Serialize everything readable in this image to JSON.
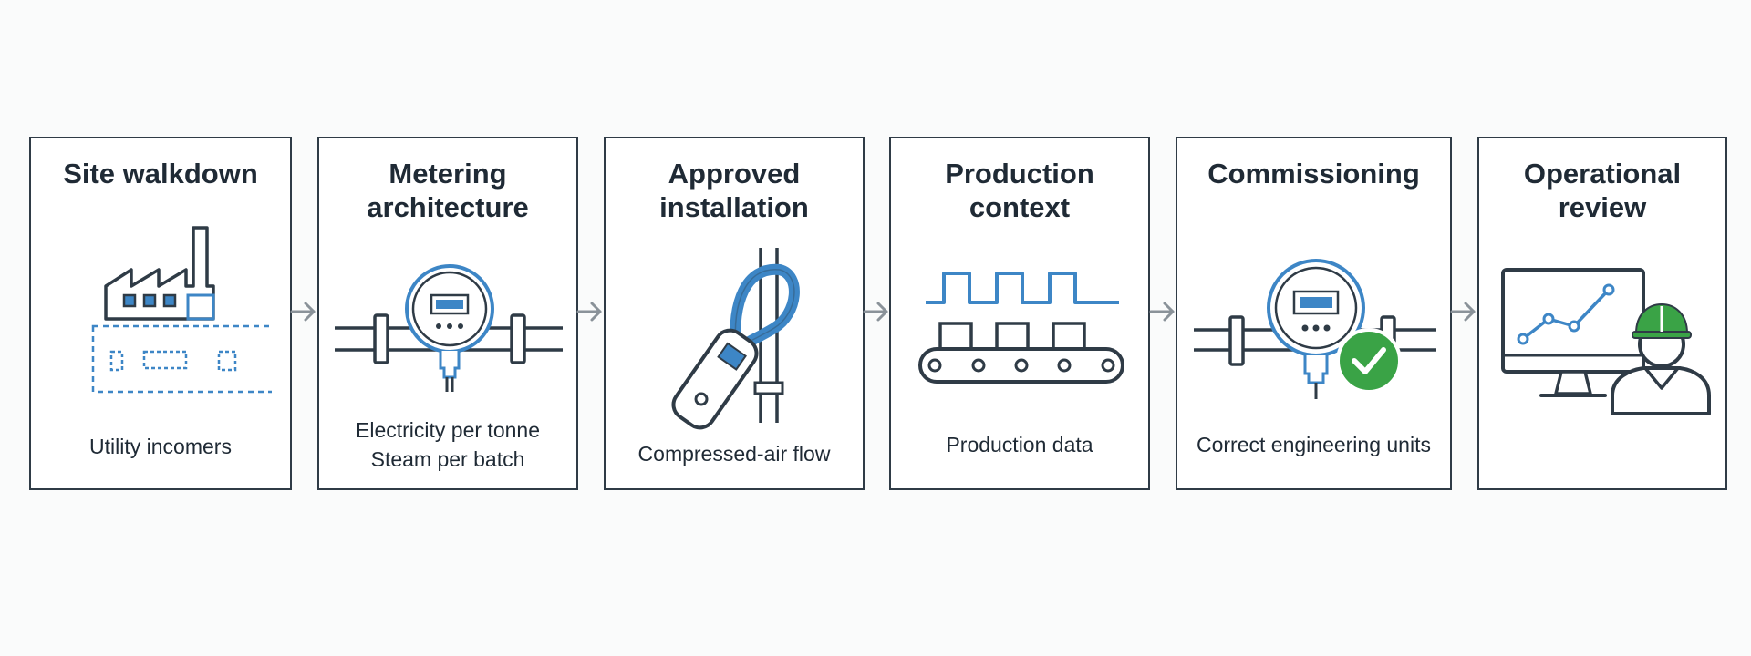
{
  "steps": [
    {
      "title_line1": "Site walkdown",
      "title_line2": "",
      "caption_line1": "Utility incomers",
      "caption_line2": ""
    },
    {
      "title_line1": "Metering",
      "title_line2": "architecture",
      "caption_line1": "Electricity per tonne",
      "caption_line2": "Steam per batch"
    },
    {
      "title_line1": "Approved",
      "title_line2": "installation",
      "caption_line1": "Compressed-air flow",
      "caption_line2": ""
    },
    {
      "title_line1": "Production",
      "title_line2": "context",
      "caption_line1": "Production data",
      "caption_line2": ""
    },
    {
      "title_line1": "Commissioning",
      "title_line2": "",
      "caption_line1": "Correct engineering units",
      "caption_line2": ""
    },
    {
      "title_line1": "Operational",
      "title_line2": "review",
      "caption_line1": "",
      "caption_line2": ""
    }
  ],
  "icons": [
    "factory-icon",
    "flow-meter-icon",
    "clamp-meter-icon",
    "conveyor-icon",
    "verified-meter-icon",
    "operator-dashboard-icon"
  ],
  "colors": {
    "outline": "#2f3b46",
    "accent": "#3d86c6",
    "check": "#3aa346",
    "helmet": "#3aa346",
    "arrow": "#8a9299"
  }
}
